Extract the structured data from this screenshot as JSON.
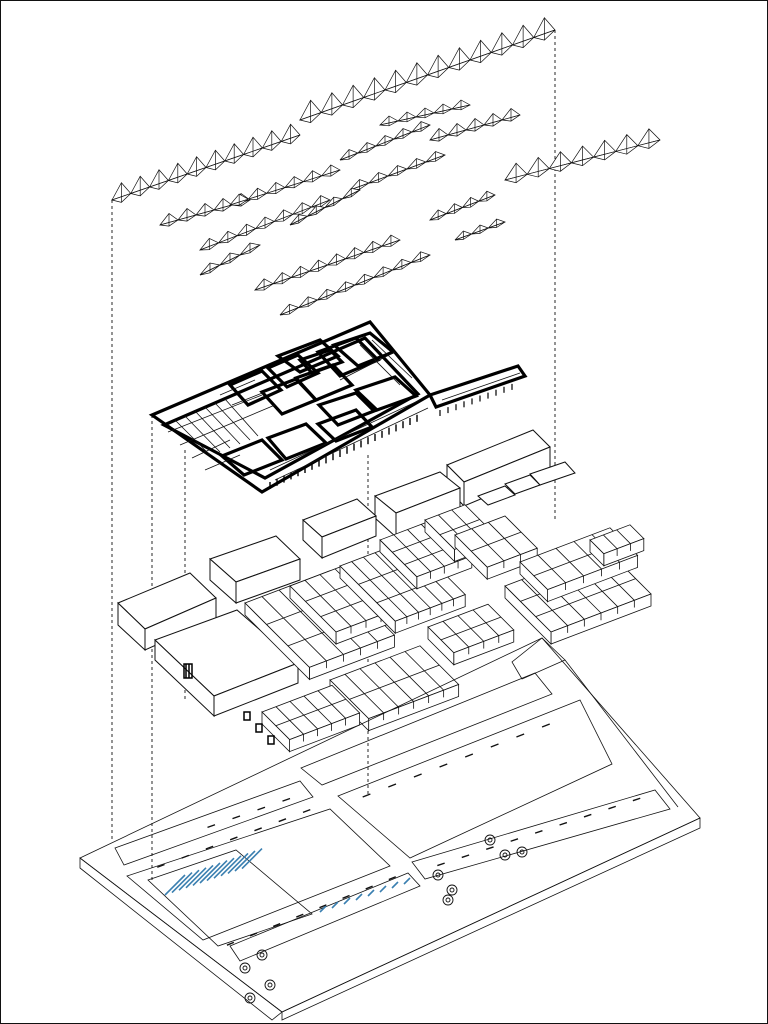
{
  "figure": {
    "layers": [
      "roof",
      "structure",
      "buildings",
      "site"
    ]
  },
  "colors": {
    "line": "#111111",
    "background": "#ffffff",
    "accent_blue": "#3a7fb0"
  }
}
